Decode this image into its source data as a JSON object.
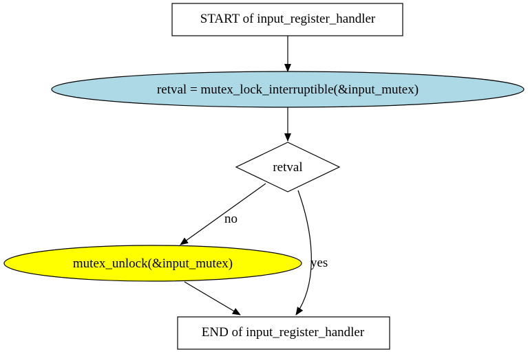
{
  "diagram": {
    "nodes": {
      "start": {
        "label": "START of input_register_handler",
        "shape": "box",
        "fill": "#ffffff"
      },
      "lock": {
        "label": "retval = mutex_lock_interruptible(&input_mutex)",
        "shape": "ellipse",
        "fill": "#add8e6"
      },
      "decision": {
        "label": "retval",
        "shape": "diamond",
        "fill": "#ffffff"
      },
      "unlock": {
        "label": "mutex_unlock(&input_mutex)",
        "shape": "ellipse",
        "fill": "#ffff00"
      },
      "end": {
        "label": "END of input_register_handler",
        "shape": "box",
        "fill": "#ffffff"
      }
    },
    "edges": {
      "start_to_lock": {
        "from": "start",
        "to": "lock",
        "label": ""
      },
      "lock_to_decision": {
        "from": "lock",
        "to": "decision",
        "label": ""
      },
      "decision_no": {
        "from": "decision",
        "to": "unlock",
        "label": "no"
      },
      "decision_yes": {
        "from": "decision",
        "to": "end",
        "label": "yes"
      },
      "unlock_to_end": {
        "from": "unlock",
        "to": "end",
        "label": ""
      }
    }
  }
}
